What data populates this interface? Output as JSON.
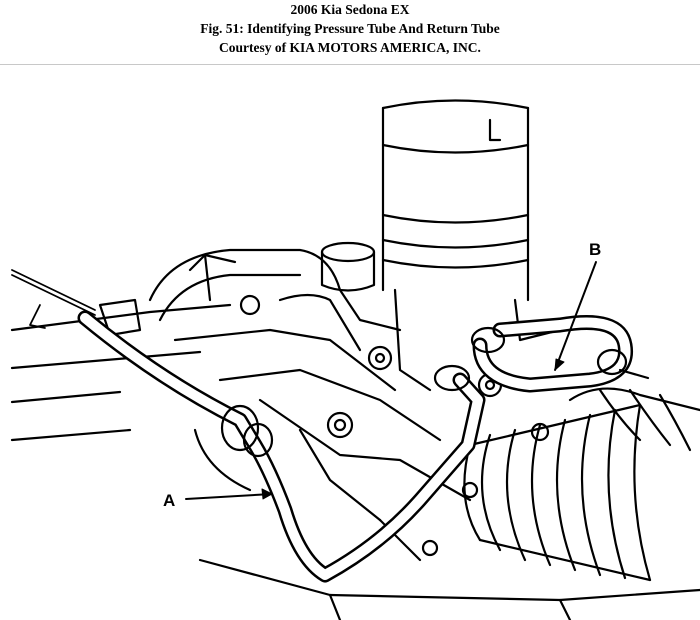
{
  "header": {
    "vehicle": "2006 Kia Sedona EX",
    "figure_title": "Fig. 51: Identifying Pressure Tube And Return Tube",
    "courtesy": "Courtesy of KIA MOTORS AMERICA, INC."
  },
  "diagram": {
    "callout_a": "A",
    "callout_b": "B"
  }
}
